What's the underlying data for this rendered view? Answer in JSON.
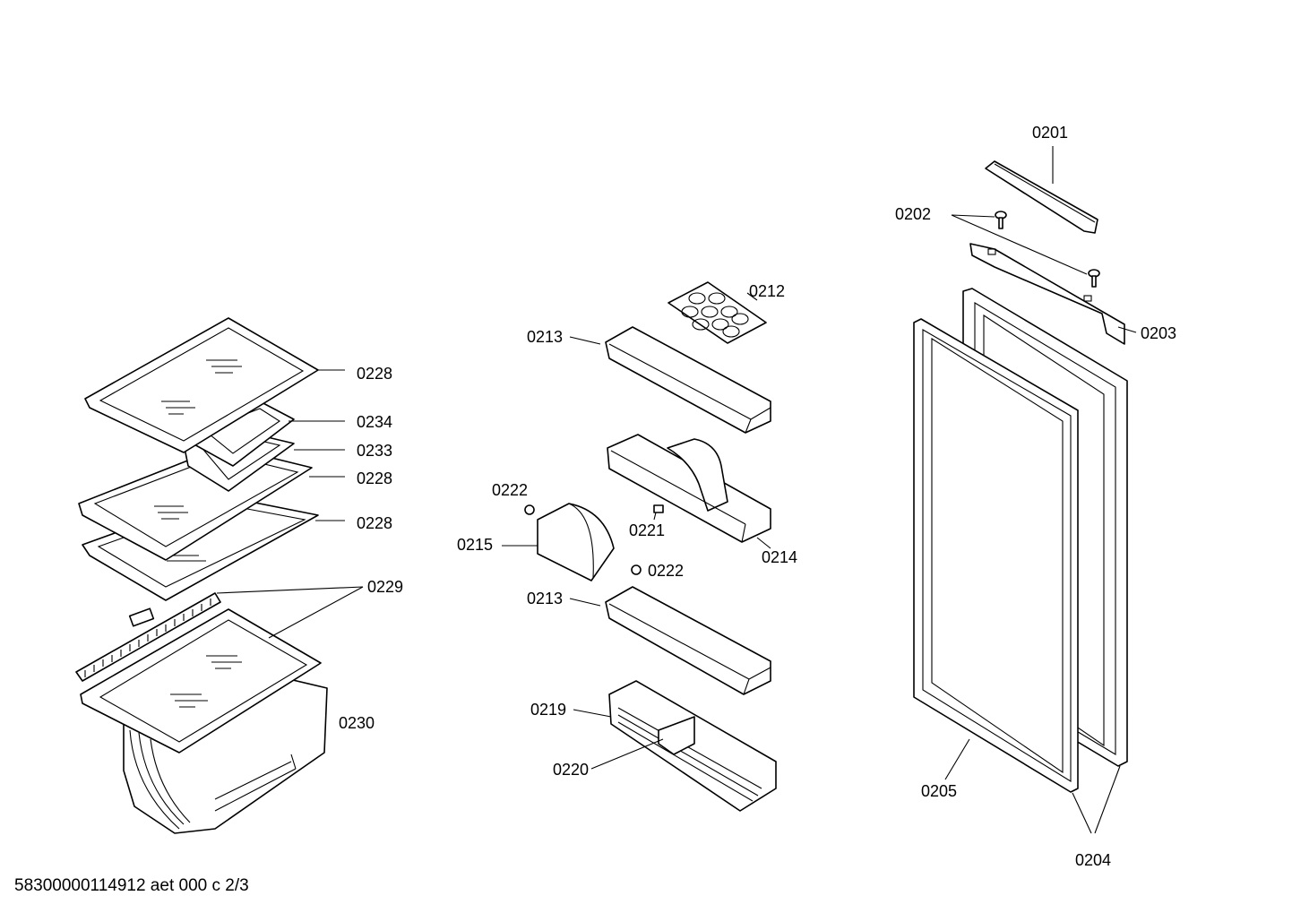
{
  "footer": "58300000114912 aet 000 c 2/3",
  "labels": {
    "p0201": "0201",
    "p0202": "0202",
    "p0203": "0203",
    "p0204": "0204",
    "p0205": "0205",
    "p0212": "0212",
    "p0213": "0213",
    "p0214": "0214",
    "p0215": "0215",
    "p0219": "0219",
    "p0220": "0220",
    "p0221": "0221",
    "p0222": "0222",
    "p0228": "0228",
    "p0229": "0229",
    "p0230": "0230",
    "p0233": "0233",
    "p0234": "0234"
  }
}
